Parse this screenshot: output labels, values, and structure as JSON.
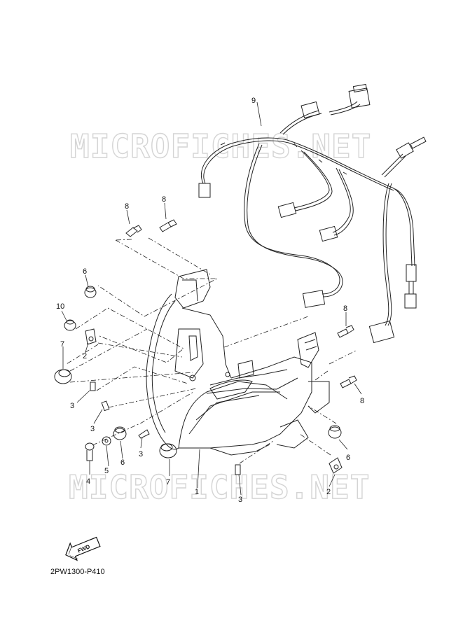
{
  "watermark": {
    "text": "MICROFICHES.NET"
  },
  "diagram_code": "2PW1300-P410",
  "fwd_label": "FWD",
  "callouts": {
    "c1": "1",
    "c2a": "2",
    "c2b": "2",
    "c3a": "3",
    "c3b": "3",
    "c3c": "3",
    "c3d": "3",
    "c4": "4",
    "c5": "5",
    "c6a": "6",
    "c6b": "6",
    "c6c": "6",
    "c7a": "7",
    "c7b": "7",
    "c8a": "8",
    "c8b": "8",
    "c8c": "8",
    "c8d": "8",
    "c9": "9",
    "c10": "10"
  }
}
